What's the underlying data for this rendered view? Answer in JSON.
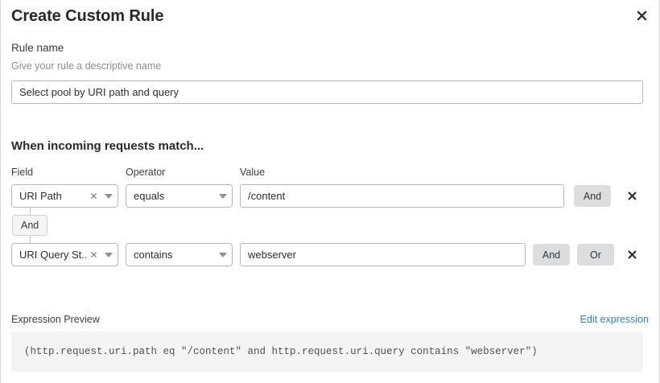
{
  "dialog": {
    "title": "Create Custom Rule",
    "close_icon": "close-icon"
  },
  "rule_name": {
    "label": "Rule name",
    "sublabel": "Give your rule a descriptive name",
    "value": "Select pool by URI path and query",
    "placeholder": "Select pool by URI path and query"
  },
  "match_section": {
    "heading": "When incoming requests match...",
    "columns": {
      "field": "Field",
      "operator": "Operator",
      "value": "Value"
    },
    "connector": {
      "label": "And"
    },
    "rows": [
      {
        "field": "URI Path",
        "operator": "equals",
        "value": "/content",
        "logic_buttons": [
          "And"
        ],
        "delete_icon": "close-icon"
      },
      {
        "field": "URI Query St...",
        "operator": "contains",
        "value": "webserver",
        "logic_buttons": [
          "And",
          "Or"
        ],
        "delete_icon": "close-icon"
      }
    ]
  },
  "expression": {
    "label": "Expression Preview",
    "edit_link": "Edit expression",
    "text": "(http.request.uri.path eq \"/content\" and http.request.uri.query contains \"webserver\")"
  },
  "colors": {
    "accent_link": "#3d7fac",
    "logic_button_bg": "#dcdddf",
    "preview_bg": "#f4f4f5",
    "border": "#b6b9bc"
  }
}
